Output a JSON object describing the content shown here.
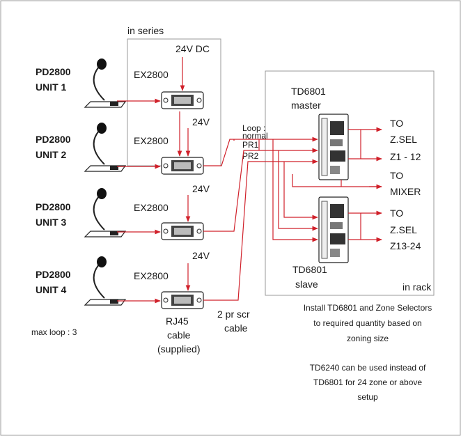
{
  "labels": {
    "in_series": "in series",
    "in_rack": "in rack",
    "max_loop": "max loop : 3",
    "td_master_1": "TD6801",
    "td_master_2": "master",
    "td_slave_1": "TD6801",
    "td_slave_2": "slave",
    "loop_normal_1": "Loop :",
    "loop_normal_2": "normal",
    "pr1": "PR1",
    "pr2": "PR2",
    "rj45_1": "RJ45",
    "rj45_2": "cable",
    "rj45_3": "(supplied)",
    "pr_scr_1": "2 pr scr",
    "pr_scr_2": "cable"
  },
  "units": [
    {
      "name": "PD2800",
      "unit": "UNIT 1",
      "ex": "EX2800",
      "power": "24V DC"
    },
    {
      "name": "PD2800",
      "unit": "UNIT 2",
      "ex": "EX2800",
      "power": "24V"
    },
    {
      "name": "PD2800",
      "unit": "UNIT 3",
      "ex": "EX2800",
      "power": "24V"
    },
    {
      "name": "PD2800",
      "unit": "UNIT 4",
      "ex": "EX2800",
      "power": "24V"
    }
  ],
  "outputs": {
    "top": [
      "TO",
      "Z.SEL",
      "Z1 - 12"
    ],
    "mixer": [
      "TO",
      "MIXER"
    ],
    "bottom": [
      "TO",
      "Z.SEL",
      "Z13-24"
    ]
  },
  "notes": {
    "install": [
      "Install TD6801 and Zone Selectors",
      "to required quantity based on",
      "zoning size"
    ],
    "td6240": [
      "TD6240 can be used instead of",
      "TD6801 for 24 zone or above",
      "setup"
    ]
  },
  "colors": {
    "wire": "#d0202a",
    "frame": "#999999"
  }
}
